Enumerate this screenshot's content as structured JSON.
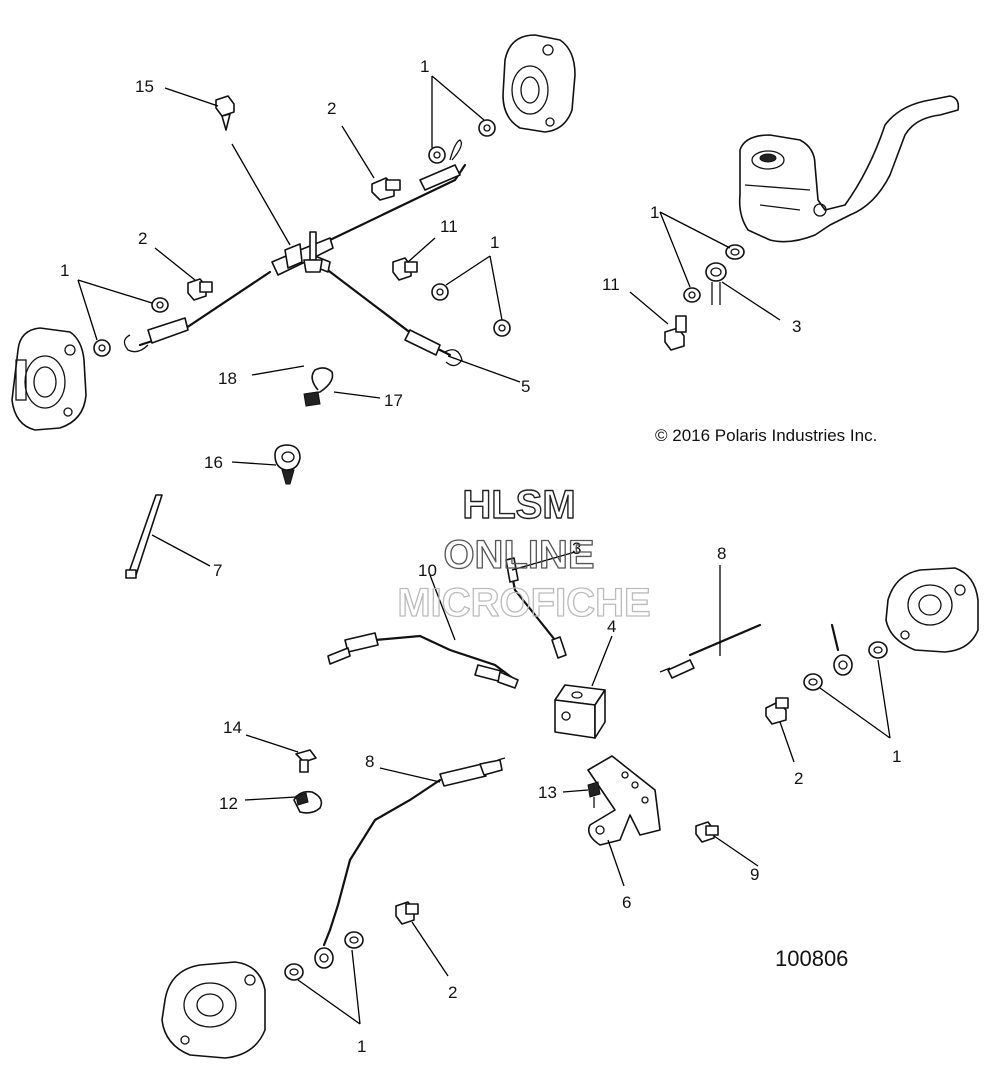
{
  "copyright": "© 2016 Polaris Industries Inc.",
  "diagram_id": "100806",
  "watermark": {
    "line1": "HLSM",
    "line2": "ONLINE",
    "line3": "MICROFICHE"
  },
  "callouts": {
    "c15": "15",
    "c2a": "2",
    "c1a": "1",
    "c2b": "2",
    "c1b": "1",
    "c11a": "11",
    "c1c": "1",
    "c18": "18",
    "c17": "17",
    "c5": "5",
    "c1d": "1",
    "c11b": "11",
    "c3a": "3",
    "c16": "16",
    "c7": "7",
    "c10": "10",
    "c3b": "3",
    "c8a": "8",
    "c4": "4",
    "c14": "14",
    "c12": "12",
    "c8b": "8",
    "c13": "13",
    "c2c": "2",
    "c1e": "1",
    "c6": "6",
    "c9": "9",
    "c2d": "2",
    "c1f": "1"
  }
}
